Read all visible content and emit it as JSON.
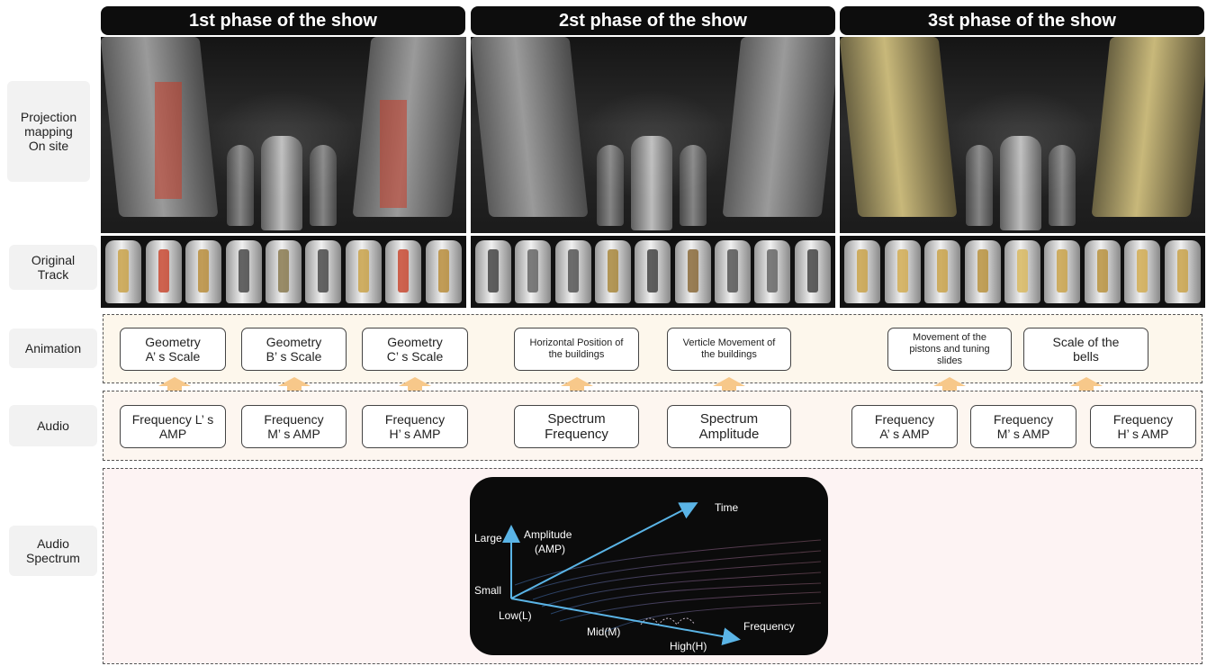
{
  "phases": [
    {
      "title": "1st phase of the show"
    },
    {
      "title": "2st phase of the show"
    },
    {
      "title": "3st phase of the show"
    }
  ],
  "row_labels": {
    "projection": "Projection mapping On site",
    "track": "Original Track",
    "animation": "Animation",
    "audio": "Audio",
    "spectrum": "Audio Spectrum"
  },
  "animation_boxes": [
    "Geometry A’ s Scale",
    "Geometry B’ s Scale",
    "Geometry C’ s Scale",
    "Horizontal Position of the buildings",
    "Verticle Movement of the buildings",
    "Movement of the pistons and tuning slides",
    "Scale of the bells"
  ],
  "audio_boxes": [
    "Frequency L’ s AMP",
    "Frequency M’ s AMP",
    "Frequency H’ s AMP",
    "Spectrum Frequency",
    "Spectrum Amplitude",
    "Frequency A’ s AMP",
    "Frequency M’ s AMP",
    "Frequency H’ s AMP"
  ],
  "spectrum": {
    "time": "Time",
    "large": "Large",
    "amplitude_line1": "Amplitude",
    "amplitude_line2": "(AMP)",
    "small": "Small",
    "low": "Low(L)",
    "mid": "Mid(M)",
    "high": "High(H)",
    "frequency": "Frequency"
  },
  "colors": {
    "header_bg": "#0d0d0d",
    "arrow": "#f7c88a",
    "axis": "#5ab4e6"
  }
}
